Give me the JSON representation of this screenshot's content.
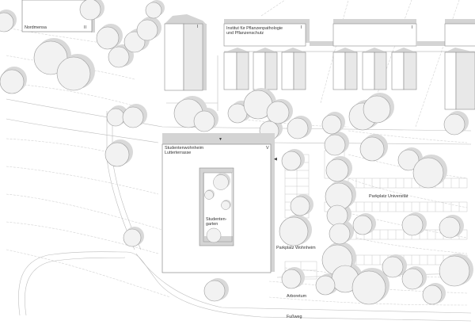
{
  "map": {
    "type": "site-plan",
    "colors": {
      "background": "#ffffff",
      "building_fill": "#ffffff",
      "building_stroke": "#8a8a8a",
      "shade": "#d4d4d4",
      "roof_light": "#e8e8e8",
      "tree_fill": "#f2f2f2",
      "tree_shadow": "#d9d9d9",
      "tree_stroke": "#9a9a9a",
      "contour": "#cfcfcf",
      "path": "#b8b8b8",
      "text": "#333333"
    },
    "buildings": [
      {
        "id": "nordmensa",
        "name": "Nordmensa",
        "level": "II"
      },
      {
        "id": "block-north",
        "name": "",
        "level": "I"
      },
      {
        "id": "institut",
        "name": "Institut für Pflanzenpathologie\nund Pflanzenschutz",
        "level": "I"
      },
      {
        "id": "institut-east",
        "name": "",
        "level": "I"
      },
      {
        "id": "wohnheim",
        "name": "Studentenwohnheim\nLutterterrasse",
        "level": "V"
      }
    ],
    "areas": [
      {
        "id": "studentengarten",
        "name": "Studenten-\ngarten"
      },
      {
        "id": "parkplatz-universitaet",
        "name": "Parkplatz Universität"
      },
      {
        "id": "parkplatz-wohnheim",
        "name": "Parkplatz Wohnheim"
      },
      {
        "id": "arboretum",
        "name": "Arboretum"
      },
      {
        "id": "fussweg",
        "name": "Fußweg"
      }
    ],
    "entrances": [
      {
        "id": "entrance-north",
        "glyph": "▼"
      },
      {
        "id": "entrance-east",
        "glyph": "◀"
      }
    ]
  }
}
